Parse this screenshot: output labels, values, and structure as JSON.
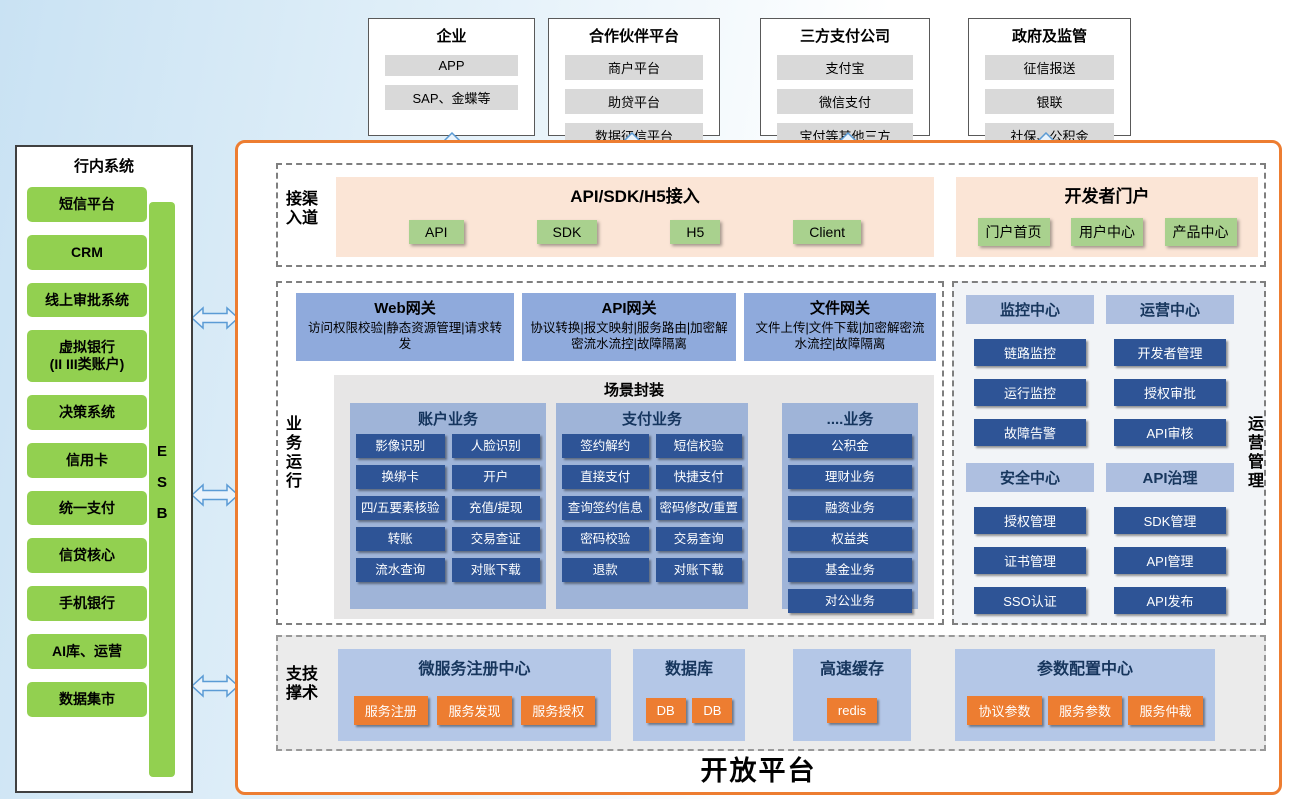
{
  "external": [
    {
      "title": "企业",
      "items": [
        "APP",
        "SAP、金蝶等"
      ]
    },
    {
      "title": "合作伙伴平台",
      "items": [
        "商户平台",
        "助贷平台",
        "数据征信平台"
      ]
    },
    {
      "title": "三方支付公司",
      "items": [
        "支付宝",
        "微信支付",
        "宝付等其他三方"
      ]
    },
    {
      "title": "政府及监管",
      "items": [
        "征信报送",
        "银联",
        "社保、公积金"
      ]
    }
  ],
  "sidebar": {
    "title": "行内系统",
    "esb": "ESB",
    "items": [
      "短信平台",
      "CRM",
      "线上审批系统",
      "虚拟银行\n(II III类账户)",
      "决策系统",
      "信用卡",
      "统一支付",
      "信贷核心",
      "手机银行",
      "AI库、运营",
      "数据集市"
    ]
  },
  "platform_title": "开放平台",
  "channel": {
    "label": "渠道接入",
    "api_box": {
      "title": "API/SDK/H5接入",
      "buttons": [
        "API",
        "SDK",
        "H5",
        "Client"
      ]
    },
    "portal": {
      "title": "开发者门户",
      "buttons": [
        "门户首页",
        "用户中心",
        "产品中心"
      ]
    }
  },
  "business": {
    "label": "业务运行",
    "gateways": [
      {
        "title": "Web网关",
        "desc": "访问权限校验|静态资源管理|请求转发"
      },
      {
        "title": "API网关",
        "desc": "协议转换|报文映射|服务路由|加密解密流水流控|故障隔离"
      },
      {
        "title": "文件网关",
        "desc": "文件上传|文件下载|加密解密流水流控|故障隔离"
      }
    ],
    "scene": {
      "title": "场景封装",
      "groups": [
        {
          "title": "账户业务",
          "items": [
            "影像识别",
            "人脸识别",
            "换绑卡",
            "开户",
            "四/五要素核验",
            "充值/提现",
            "转账",
            "交易查证",
            "流水查询",
            "对账下载"
          ]
        },
        {
          "title": "支付业务",
          "items": [
            "签约解约",
            "短信校验",
            "直接支付",
            "快捷支付",
            "查询签约信息",
            "密码修改/重置",
            "密码校验",
            "交易查询",
            "退款",
            "对账下载"
          ]
        },
        {
          "title": "....业务",
          "items": [
            "公积金",
            "理财业务",
            "融资业务",
            "权益类",
            "基金业务",
            "对公业务"
          ]
        }
      ]
    }
  },
  "ops": {
    "label": "运营管理",
    "centers": [
      {
        "title": "监控中心",
        "buttons": [
          "链路监控",
          "运行监控",
          "故障告警"
        ]
      },
      {
        "title": "运营中心",
        "buttons": [
          "开发者管理",
          "授权审批",
          "API审核"
        ]
      },
      {
        "title": "安全中心",
        "buttons": [
          "授权管理",
          "证书管理",
          "SSO认证"
        ]
      },
      {
        "title": "API治理",
        "buttons": [
          "SDK管理",
          "API管理",
          "API发布"
        ]
      }
    ]
  },
  "tech": {
    "label": "技术支撑",
    "modules": [
      {
        "title": "微服务注册中心",
        "buttons": [
          "服务注册",
          "服务发现",
          "服务授权"
        ]
      },
      {
        "title": "数据库",
        "buttons": [
          "DB",
          "DB"
        ]
      },
      {
        "title": "高速缓存",
        "buttons": [
          "redis"
        ]
      },
      {
        "title": "参数配置中心",
        "buttons": [
          "协议参数",
          "服务参数",
          "服务仲裁"
        ]
      }
    ]
  },
  "colors": {
    "accent_orange": "#ed7d31",
    "green": "#92d050",
    "light_green": "#a9d18e",
    "peach": "#fbe5d6",
    "blue_panel": "#8faadc",
    "dark_blue": "#2e5496",
    "light_blue_header": "#b4c7e7",
    "gray_item": "#d9d9d9",
    "arrow_blue": "#5b9bd5"
  }
}
